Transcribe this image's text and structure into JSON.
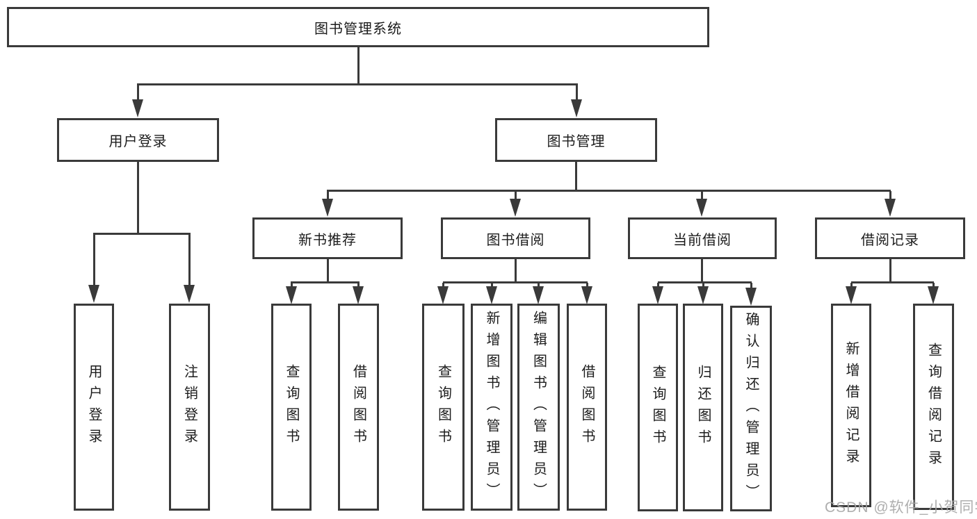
{
  "tree": {
    "root": {
      "label": "图书管理系统",
      "children": [
        {
          "label": "用户登录",
          "children": [
            {
              "label": "用户登录"
            },
            {
              "label": "注销登录"
            }
          ]
        },
        {
          "label": "图书管理",
          "children": [
            {
              "label": "新书推荐",
              "children": [
                {
                  "label": "查询图书"
                },
                {
                  "label": "借阅图书"
                }
              ]
            },
            {
              "label": "图书借阅",
              "children": [
                {
                  "label": "查询图书"
                },
                {
                  "label": "新增图书（管理员）"
                },
                {
                  "label": "编辑图书（管理员）"
                },
                {
                  "label": "借阅图书"
                }
              ]
            },
            {
              "label": "当前借阅",
              "children": [
                {
                  "label": "查询图书"
                },
                {
                  "label": "归还图书"
                },
                {
                  "label": "确认归还（管理员）"
                }
              ]
            },
            {
              "label": "借阅记录",
              "children": [
                {
                  "label": "新增借阅记录"
                },
                {
                  "label": "查询借阅记录"
                }
              ]
            }
          ]
        }
      ]
    }
  },
  "watermark": {
    "text": "CSDN @软件_小贺同学"
  },
  "colors": {
    "line": "#3a3a3a",
    "box_border": "#3a3a3a",
    "box_fill": "#ffffff",
    "text": "#1c1c1c",
    "watermark": "#a5a5a5",
    "background": "#ffffff"
  }
}
